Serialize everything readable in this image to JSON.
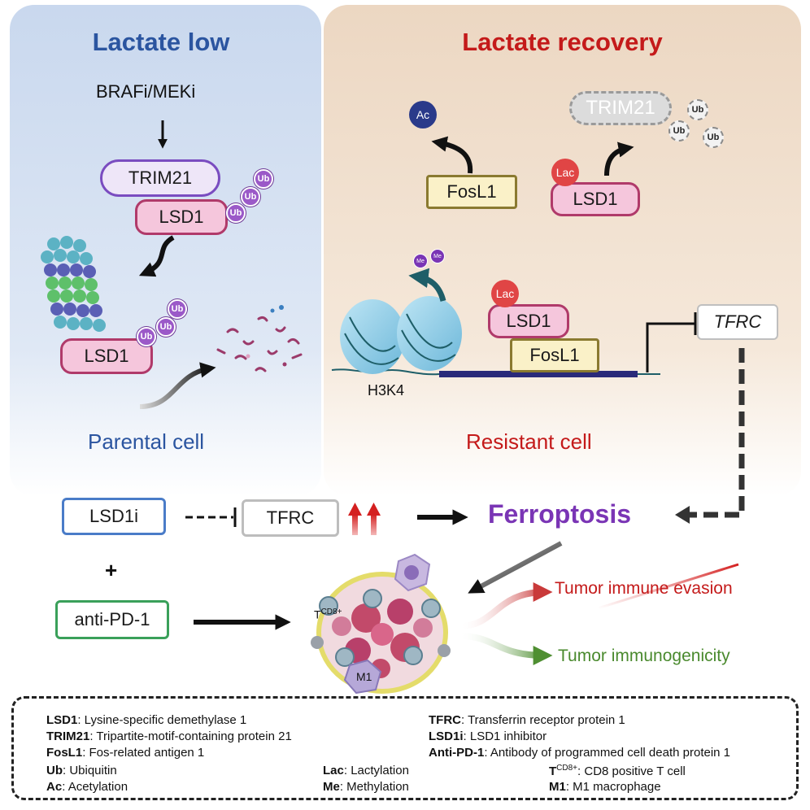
{
  "panels": {
    "low": {
      "title": "Lactate low",
      "drug": "BRAFi/MEKi",
      "cell": "Parental cell"
    },
    "recovery": {
      "title": "Lactate recovery",
      "cell": "Resistant cell"
    }
  },
  "molecules": {
    "trim21": "TRIM21",
    "lsd1": "LSD1",
    "fosl1": "FosL1",
    "ub": "Ub",
    "ac": "Ac",
    "lac": "Lac",
    "me": "Me",
    "tfrc_italic": "TFRC",
    "h3k4": "H3K4"
  },
  "therapy": {
    "lsd1i": "LSD1i",
    "tfrc": "TFRC",
    "plus": "+",
    "antipd1": "anti-PD-1",
    "ferroptosis": "Ferroptosis",
    "tcell_base": "T",
    "tcell_sup": "CD8+",
    "m1": "M1",
    "evasion": "Tumor immune evasion",
    "immunogenicity": "Tumor immunogenicity"
  },
  "legend": {
    "col1": [
      {
        "term": "LSD1",
        "def": ": Lysine-specific demethylase 1"
      },
      {
        "term": "TRIM21",
        "def": ": Tripartite-motif-containing protein 21"
      },
      {
        "term": "FosL1",
        "def": ": Fos-related antigen 1"
      },
      {
        "term": "Ub",
        "def": ": Ubiquitin"
      },
      {
        "term": "Ac",
        "def": ": Acetylation"
      }
    ],
    "col2": [
      {
        "term": "Lac",
        "def": ": Lactylation"
      },
      {
        "term": "Me",
        "def": ": Methylation"
      }
    ],
    "col3": [
      {
        "term": "TFRC",
        "def": ": Transferrin receptor protein 1"
      },
      {
        "term": "LSD1i",
        "def": ": LSD1 inhibitor"
      },
      {
        "term": "Anti-PD-1",
        "def": ": Antibody of programmed cell death protein 1"
      }
    ],
    "tcd8": {
      "term": "T",
      "sup": "CD8+",
      "def": ": CD8 positive T cell"
    },
    "m1": {
      "term": "M1",
      "def": ": M1 macrophage"
    }
  },
  "colors": {
    "low_title": "#2b55a0",
    "recovery_title": "#c41a1a",
    "ferroptosis": "#7a35b5",
    "evasion": "#c41a1a",
    "immunogenicity": "#4a8a2e"
  }
}
